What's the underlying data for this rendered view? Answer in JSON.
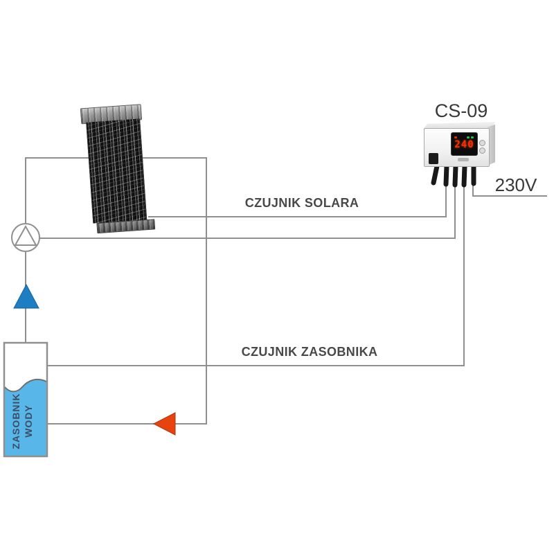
{
  "controller": {
    "model_label": "CS-09",
    "display_value": "240",
    "voltage_label": "230V"
  },
  "labels": {
    "solar_sensor": "CZUJNIK SOLARA",
    "tank_sensor": "CZUJNIK ZASOBNIKA"
  },
  "tank": {
    "label_line1": "ZASOBNIK",
    "label_line2": "WODY"
  },
  "colors": {
    "pipe_line": "#8f8f8f",
    "flow_up_arrow": "#1f7dc2",
    "flow_return_arrow": "#e8430e",
    "tank_water": "#58b7e8",
    "tank_label_text": "#3b4e66",
    "display_digits": "#ff2f00",
    "label_text": "#484848"
  },
  "icons": {
    "pump": "pump-icon",
    "flow_up": "flow-up-arrow-icon",
    "flow_return": "flow-return-arrow-icon",
    "collector": "solar-collector",
    "water_tank": "water-tank"
  }
}
